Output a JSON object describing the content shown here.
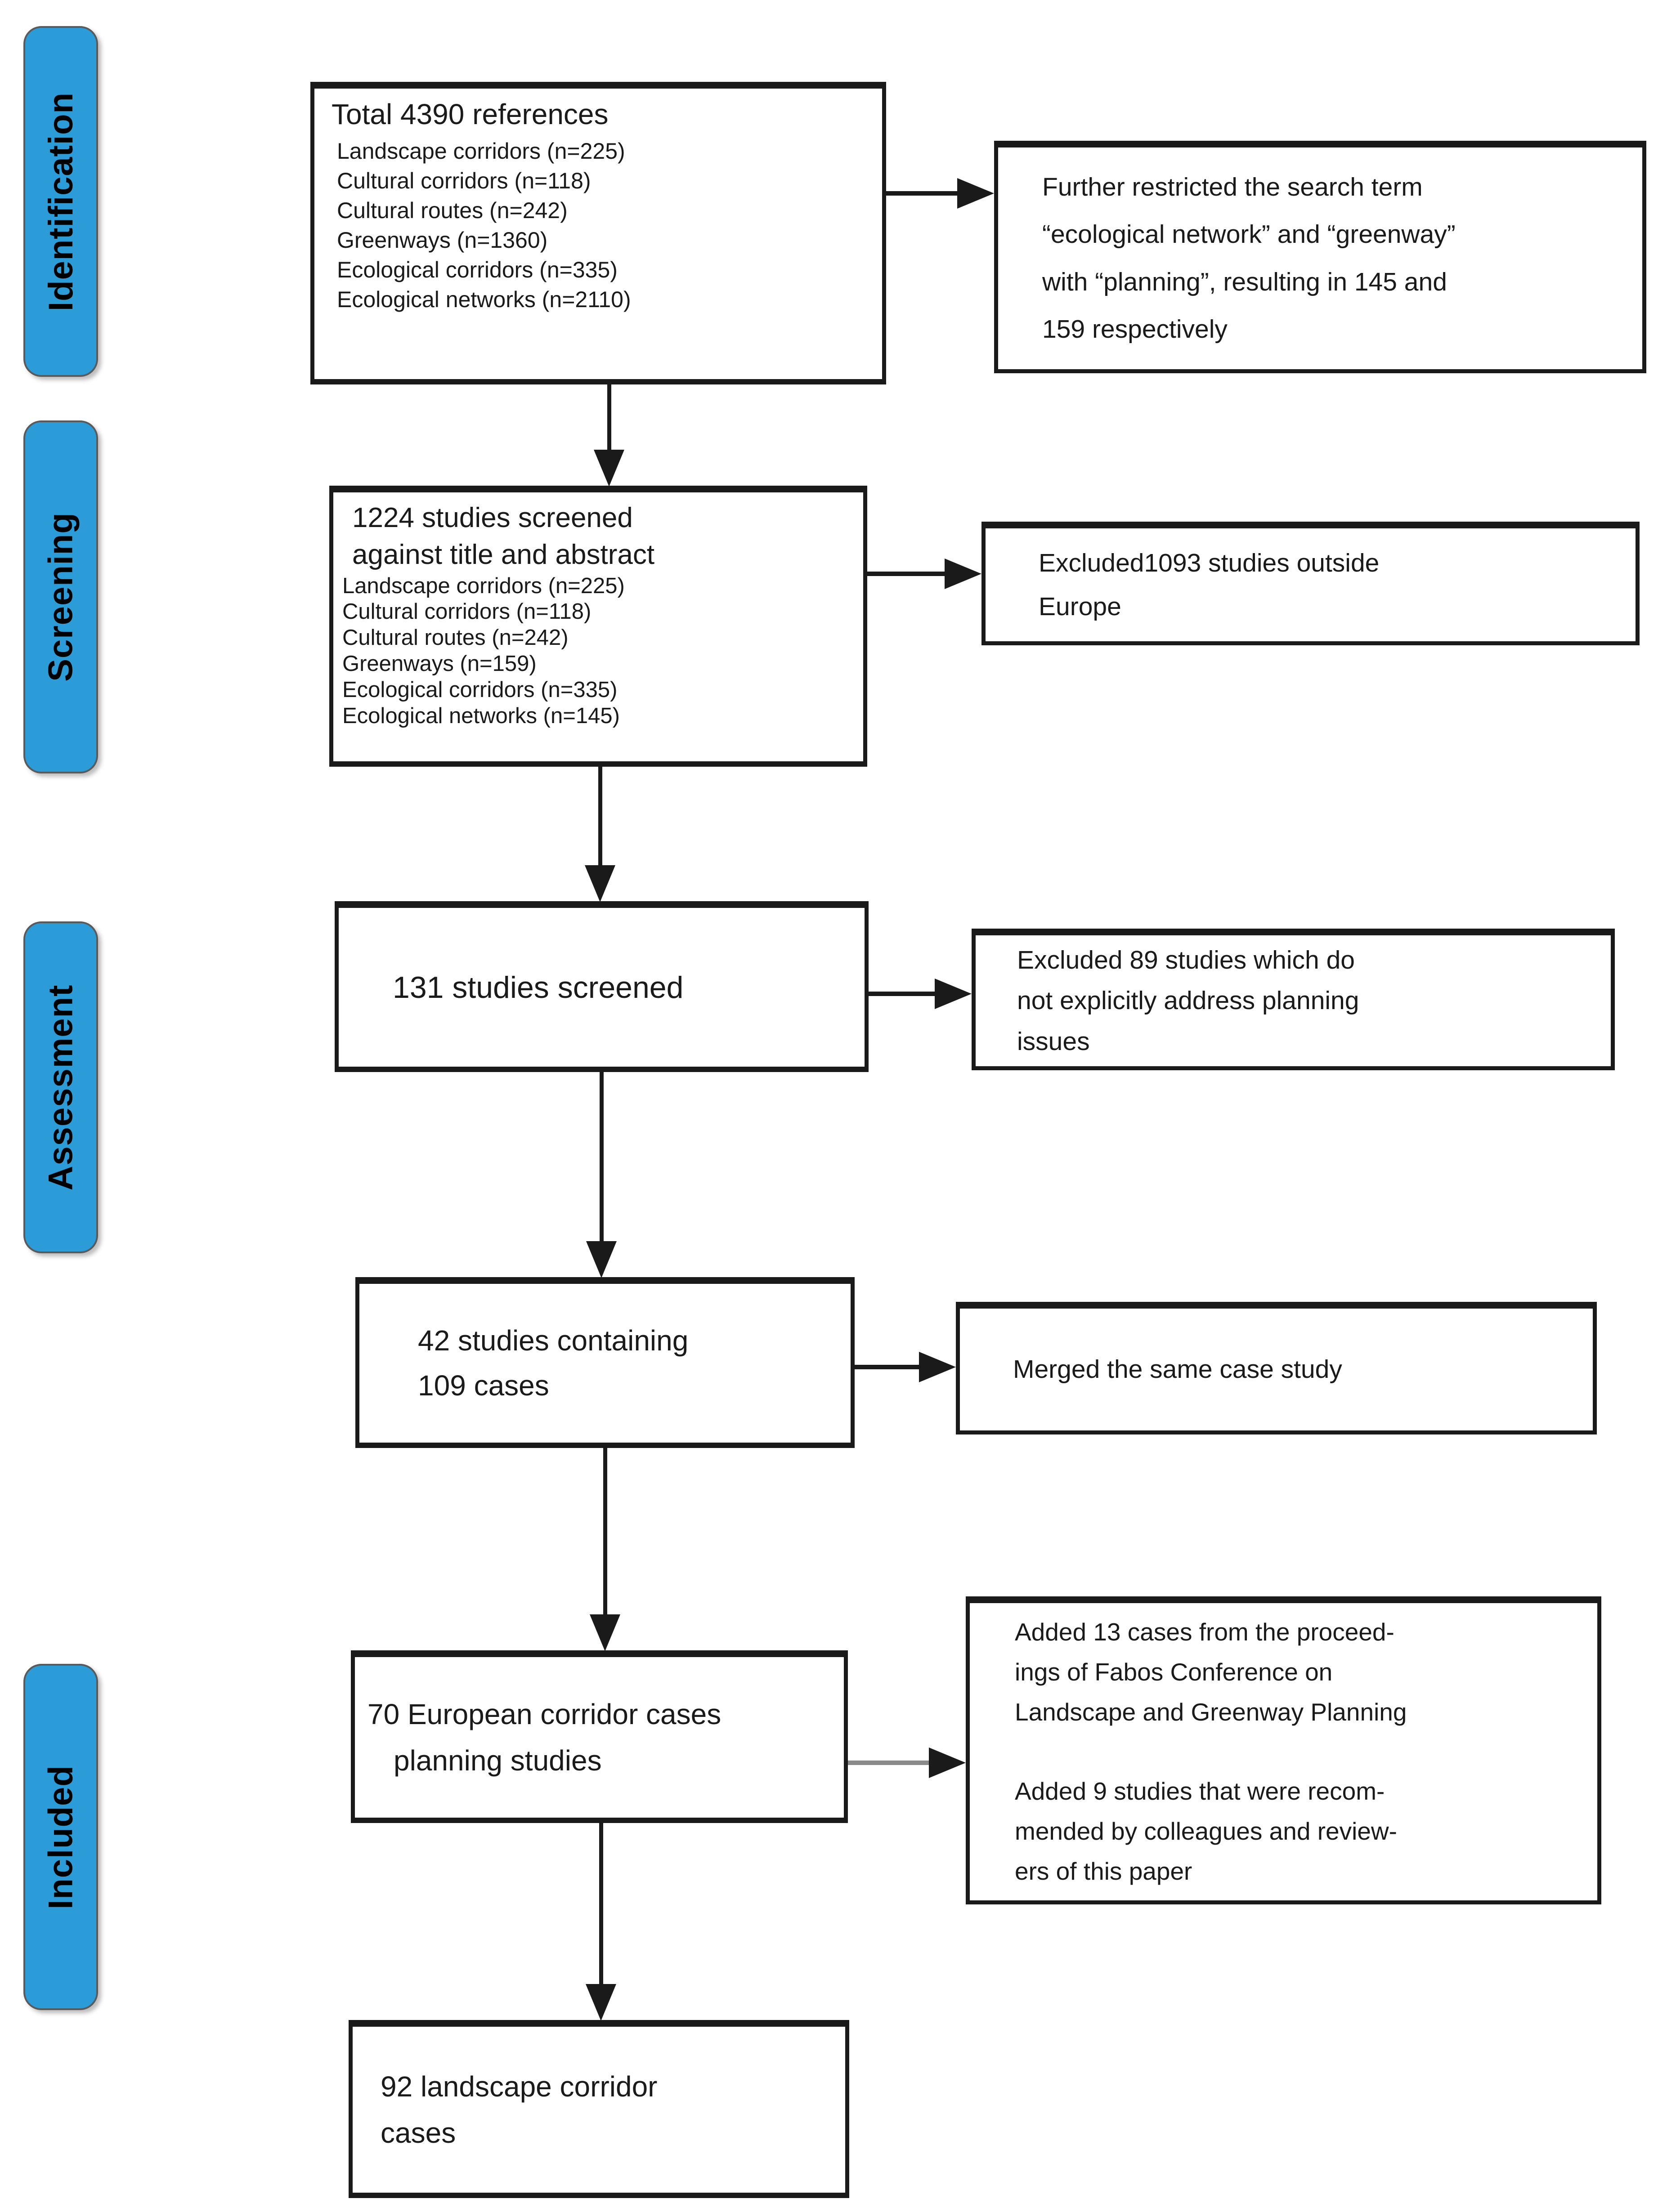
{
  "figure": {
    "type": "flow-diagram",
    "description_visible": "Literature screening flow diagram"
  },
  "colors": {
    "stage_fill": "#2B9CD8",
    "line": "#1a1a1a",
    "muted_line": "#8a8a8a",
    "box_fill": "#ffffff",
    "text": "#000000"
  },
  "sidebar": {
    "labels": [
      {
        "label": "Identification"
      },
      {
        "label": "Screening"
      },
      {
        "label": "Assessment"
      },
      {
        "label": "Included"
      }
    ]
  },
  "flow": {
    "box1": {
      "heading": "Total 4390 references",
      "items": [
        "Landscape corridors (n=225)",
        "Cultural corridors (n=118)",
        "Cultural routes (n=242)",
        "Greenways (n=1360)",
        "Ecological corridors (n=335)",
        "Ecological networks (n=2110)"
      ]
    },
    "box2": {
      "heading_lines": [
        "1224 studies screened",
        "against title and abstract"
      ],
      "items": [
        "Landscape corridors (n=225)",
        "Cultural corridors (n=118)",
        "Cultural routes (n=242)",
        "Greenways (n=159)",
        "Ecological corridors (n=335)",
        "Ecological networks (n=145)"
      ]
    },
    "box3": {
      "lines": [
        "131 studies screened"
      ]
    },
    "box4": {
      "lines": [
        "42 studies containing",
        "109 cases"
      ]
    },
    "box5": {
      "lines": [
        "70 European corridor cases",
        "planning studies"
      ]
    },
    "box6": {
      "lines": [
        "92 landscape corridor",
        "cases"
      ]
    }
  },
  "notes": {
    "note1": {
      "lines": [
        "Further restricted the search term",
        "“ecological network” and “greenway”",
        "with “planning”, resulting in 145 and",
        "159 respectively"
      ]
    },
    "note2": {
      "lines": [
        "Excluded1093 studies outside",
        "Europe"
      ]
    },
    "note3": {
      "lines": [
        "Excluded 89 studies which do",
        "not explicitly address planning",
        "issues"
      ]
    },
    "note4": {
      "lines": [
        "Merged the same case study"
      ]
    },
    "note5": {
      "para1": [
        "Added 13 cases from the proceed-",
        "ings of Fabos Conference  on",
        "Landscape and Greenway Planning"
      ],
      "para2": [
        "Added 9 studies that were recom-",
        "mended by colleagues and review-",
        "ers of this paper"
      ]
    }
  }
}
